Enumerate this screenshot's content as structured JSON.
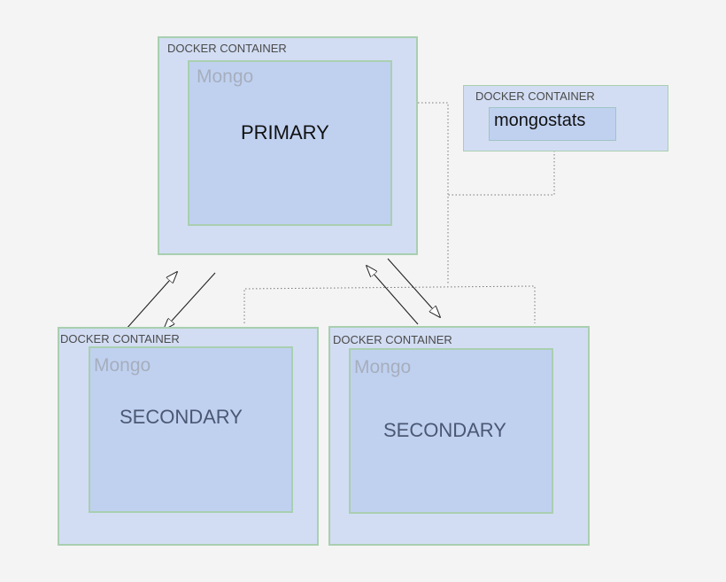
{
  "primary": {
    "container_label": "DOCKER CONTAINER",
    "mongo_label": "Mongo",
    "role_label": "PRIMARY"
  },
  "stats": {
    "container_label": "DOCKER CONTAINER",
    "app_label": "mongostats"
  },
  "secondary_left": {
    "container_label": "DOCKER CONTAINER",
    "mongo_label": "Mongo",
    "role_label": "SECONDARY"
  },
  "secondary_right": {
    "container_label": "DOCKER CONTAINER",
    "mongo_label": "Mongo",
    "role_label": "SECONDARY"
  },
  "colors": {
    "primary_text": "#111111",
    "secondary_text": "#4b5873",
    "container_fill": "#d2ddf3",
    "mongo_fill": "#c0d1f0",
    "border": "#a9cfb0"
  }
}
